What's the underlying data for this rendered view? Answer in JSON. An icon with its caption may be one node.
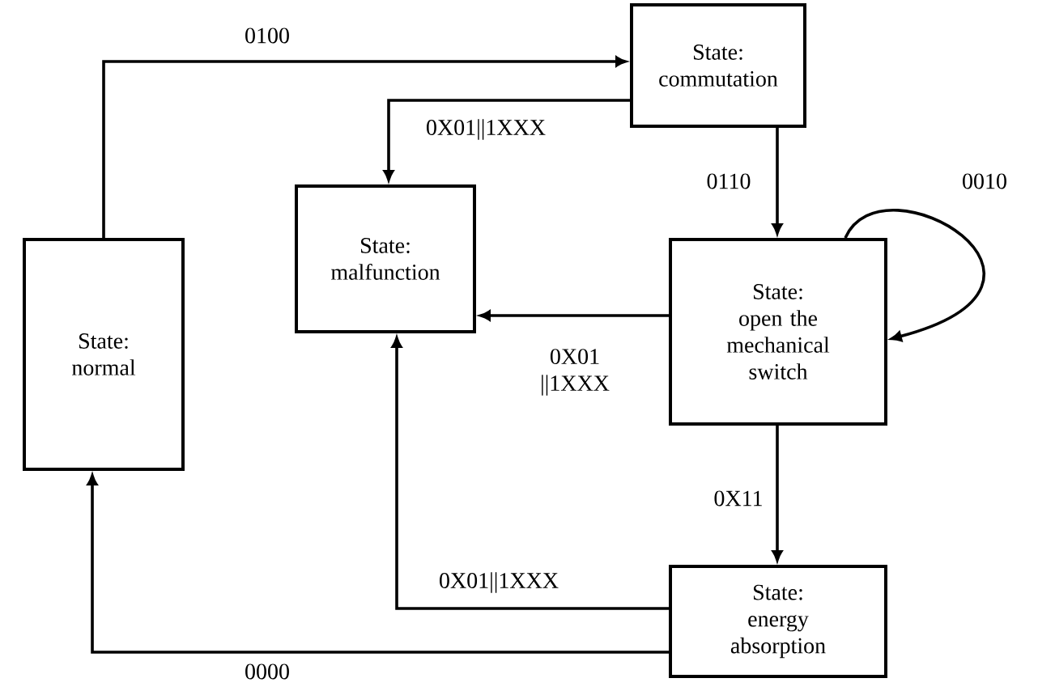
{
  "diagram": {
    "nodes": [
      {
        "text": [
          "State:",
          "normal"
        ]
      },
      {
        "text": [
          "State:",
          "commutation"
        ]
      },
      {
        "text": [
          "State:",
          "malfunction"
        ]
      },
      {
        "text": [
          "State:",
          "open the mechanical switch"
        ]
      },
      {
        "text": [
          "State:",
          "energy absorption"
        ]
      }
    ],
    "edges": [
      {
        "from": 0,
        "to": 1,
        "arrow": "to",
        "label": "0100"
      },
      {
        "from": 1,
        "to": 2,
        "arrow": "to",
        "label": "0X01||1XXX"
      },
      {
        "from": 1,
        "to": 3,
        "arrow": "to",
        "label": "0110"
      },
      {
        "from": 3,
        "to": 3,
        "arrow": "to",
        "label": "0010"
      },
      {
        "from": 3,
        "to": 2,
        "arrow": "to",
        "label": "0X01 ||1XXX"
      },
      {
        "from": 3,
        "to": 4,
        "arrow": "to",
        "label": "0X11"
      },
      {
        "from": 4,
        "to": 2,
        "arrow": "to",
        "label": "0X01||1XXX"
      },
      {
        "from": 4,
        "to": 0,
        "arrow": "to",
        "label": "0000"
      }
    ]
  }
}
